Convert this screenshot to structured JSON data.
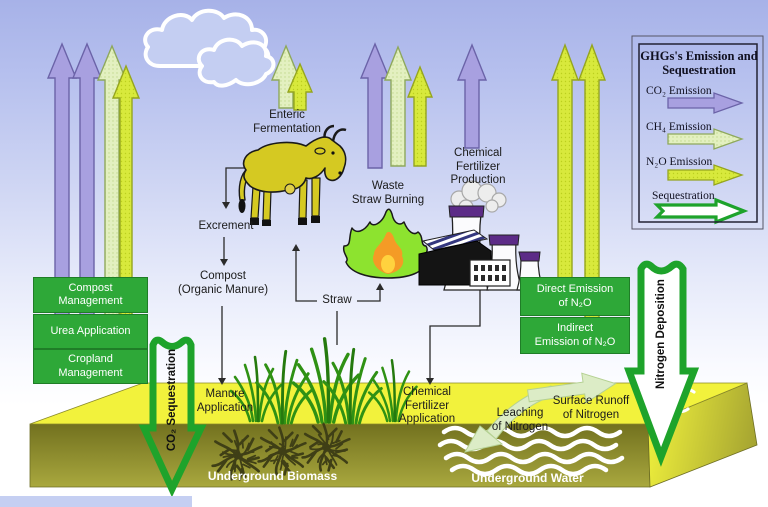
{
  "colors": {
    "co2_arrow": "#a8a0e0",
    "co2_border": "#6b63a8",
    "ch4_arrow": "#e3f0c0",
    "ch4_border": "#8ea85c",
    "n2o_arrow": "#d8e93c",
    "n2o_border": "#95a51e",
    "sequestration_green": "#1ea32b",
    "box_green": "#2ea838",
    "ground_top": "#f2f23c",
    "soil_dark": "#72711f",
    "sky_top": "#a7b2e8"
  },
  "legend": {
    "title": "GHGs's Emission and Sequestration",
    "items": [
      {
        "label": "CO₂ Emission"
      },
      {
        "label": "CH₄ Emission"
      },
      {
        "label": "N₂O Emission"
      },
      {
        "label": "Sequestration"
      }
    ]
  },
  "sources": {
    "enteric_fermentation": "Enteric Fermentation",
    "waste_line1": "Waste",
    "waste_line2": "Straw Burning",
    "chemical_fertilizer_production": "Chemical Fertilizer Production"
  },
  "left_boxes": [
    {
      "label": "Compost Management"
    },
    {
      "label": "Urea Application"
    },
    {
      "label": "Cropland Management"
    }
  ],
  "right_boxes": [
    {
      "line1": "Direct Emission",
      "line2": "of N₂O"
    },
    {
      "line1": "Indirect",
      "line2": "Emission of N₂O"
    }
  ],
  "flow": {
    "excrement": "Excrement",
    "compost_line1": "Compost",
    "compost_line2": "(Organic Manure)",
    "straw": "Straw",
    "manure_application": "Manure Application",
    "chemical_fertilizer_application": "Chemical Fertilizer Application",
    "leaching_line1": "Leaching",
    "leaching_line2": "of Nitrogen",
    "runoff_line1": "Surface Runoff",
    "runoff_line2": "of Nitrogen"
  },
  "sinks": {
    "co2_sequestration": "CO₂ Sequestration",
    "nitrogen_deposition": "Nitrogen Deposition"
  },
  "underground": {
    "biomass": "Underground Biomass",
    "water": "Underground Water"
  }
}
